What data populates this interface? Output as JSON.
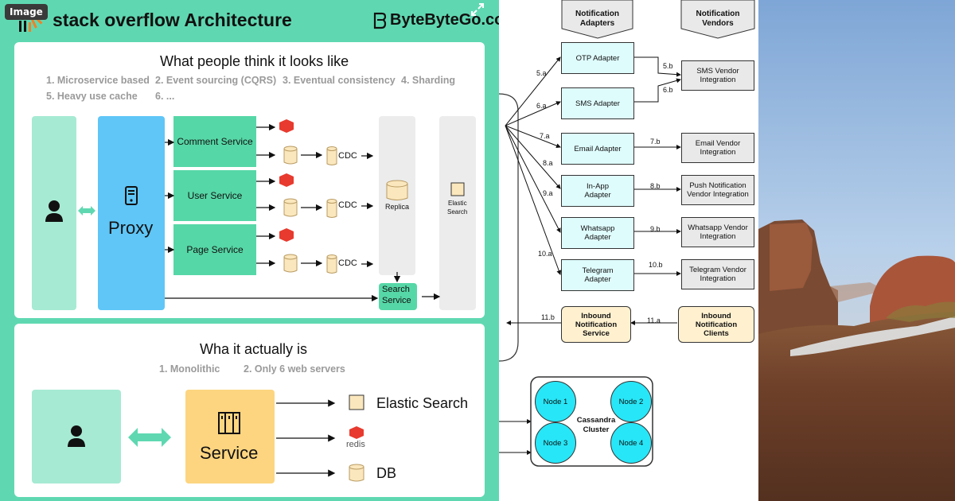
{
  "badge": "Image",
  "left": {
    "title": "stack overflow Architecture",
    "brand": "ByteByteGo.com",
    "top_card": {
      "heading": "What people think it looks like",
      "items_row1": [
        "1. Microservice based",
        "2. Event sourcing (CQRS)",
        "3. Eventual consistency",
        "4. Sharding"
      ],
      "items_row2": [
        "5. Heavy use cache",
        "6. ..."
      ],
      "proxy_label": "Proxy",
      "services": [
        "Comment Service",
        "User Service",
        "Page Service"
      ],
      "cdc_label": "CDC",
      "replica_label": "Replica",
      "elastic_label_1": "Elastic",
      "elastic_label_2": "Search",
      "search_service_1": "Search",
      "search_service_2": "Service"
    },
    "bottom_card": {
      "heading": "Wha it actually is",
      "items": [
        "1.  Monolithic",
        "2. Only 6 web servers"
      ],
      "service_label": "Service",
      "outputs": [
        "Elastic Search",
        "redis",
        "DB"
      ]
    }
  },
  "middle": {
    "headers": [
      {
        "line1": "Notification",
        "line2": "Adapters"
      },
      {
        "line1": "Notification",
        "line2": "Vendors"
      }
    ],
    "adapters": [
      {
        "line1": "OTP Adapter",
        "line2": ""
      },
      {
        "line1": "SMS Adapter",
        "line2": ""
      },
      {
        "line1": "Email Adapter",
        "line2": ""
      },
      {
        "line1": "In-App",
        "line2": "Adapter"
      },
      {
        "line1": "Whatsapp",
        "line2": "Adapter"
      },
      {
        "line1": "Telegram",
        "line2": "Adapter"
      }
    ],
    "vendors": [
      {
        "line1": "SMS Vendor",
        "line2": "Integration"
      },
      {
        "line1": "Email Vendor",
        "line2": "Integration"
      },
      {
        "line1": "Push Notification",
        "line2": "Vendor Integration"
      },
      {
        "line1": "Whatsapp Vendor",
        "line2": "Integration"
      },
      {
        "line1": "Telegram Vendor",
        "line2": "Integration"
      }
    ],
    "edge_labels": [
      "5.a",
      "6.a",
      "7.a",
      "8.a",
      "9.a",
      "10.a",
      "5.b",
      "6.b",
      "7.b",
      "8.b",
      "9.b",
      "10.b",
      "11.b",
      "11.a"
    ],
    "inbound_service": {
      "line1": "Inbound",
      "line2": "Notification",
      "line3": "Service"
    },
    "inbound_clients": {
      "line1": "Inbound",
      "line2": "Notification",
      "line3": "Clients"
    },
    "cluster_label": {
      "line1": "Cassandra",
      "line2": "Cluster"
    },
    "nodes": [
      "Node 1",
      "Node 2",
      "Node 3",
      "Node 4"
    ]
  }
}
